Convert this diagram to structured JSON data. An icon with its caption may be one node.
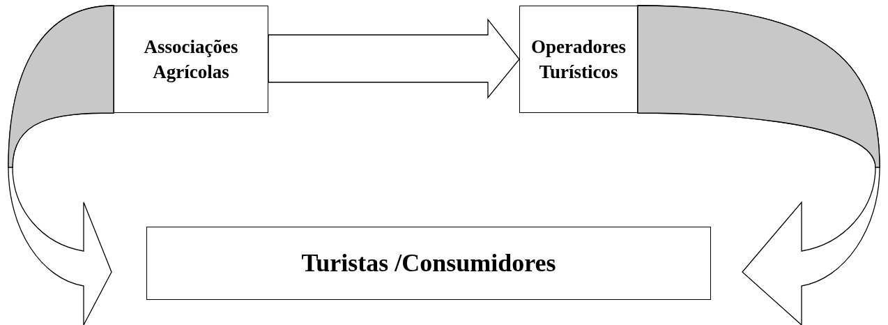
{
  "diagram": {
    "nodes": [
      {
        "text": [
          "Associações Agrícolas"
        ]
      },
      {
        "text": [
          "Operadores Turísticos"
        ]
      },
      {
        "text": [
          "Turistas /Consumidores"
        ]
      }
    ],
    "edges": [
      {
        "from": 0,
        "to": 1,
        "arrow": "to"
      },
      {
        "from": 0,
        "to": 2,
        "arrow": "to"
      },
      {
        "from": 1,
        "to": 2,
        "arrow": "to"
      }
    ]
  }
}
